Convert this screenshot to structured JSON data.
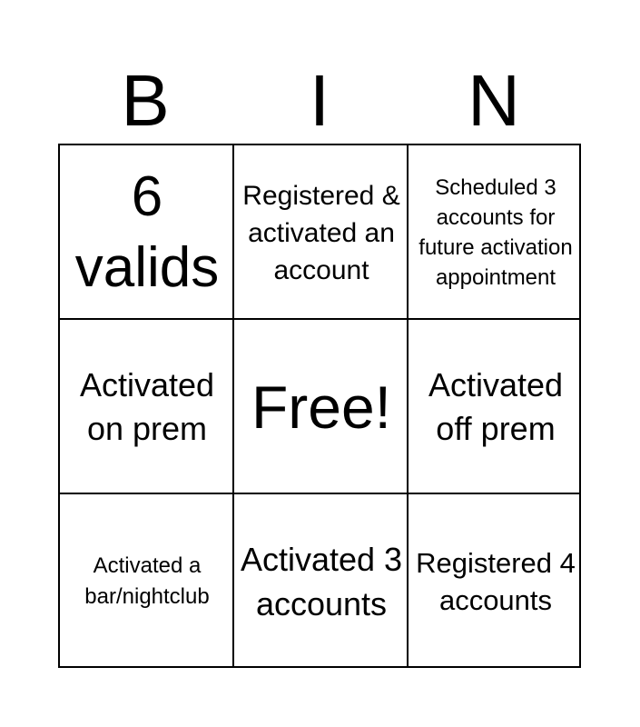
{
  "header": {
    "letters": [
      "B",
      "I",
      "N"
    ]
  },
  "board": {
    "cells": [
      "6 valids",
      "Registered & activated an account",
      "Scheduled 3 accounts for future activation appointment",
      "Activated on prem",
      "Free!",
      "Activated off prem",
      "Activated a bar/nightclub",
      "Activated 3 accounts",
      "Registered 4 accounts"
    ]
  },
  "colors": {
    "text": "#000000",
    "grid": "#000000",
    "background": "#ffffff"
  }
}
